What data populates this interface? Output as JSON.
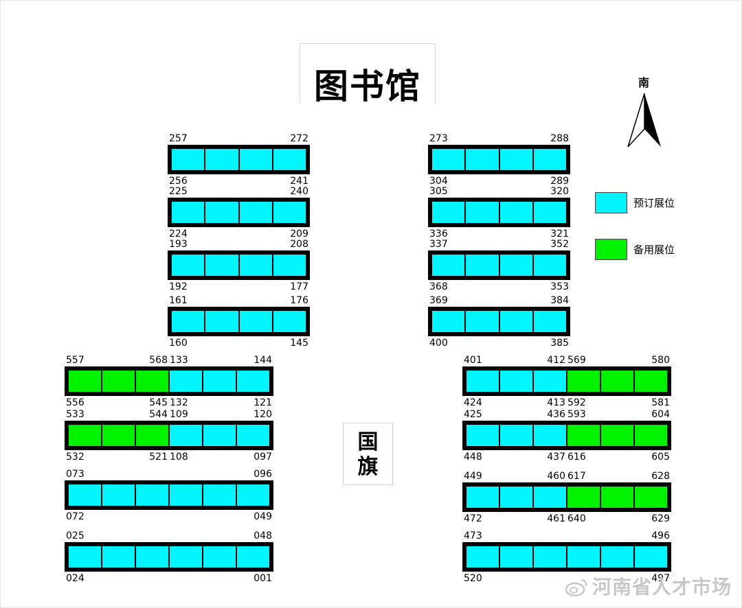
{
  "title": "图书馆",
  "flag": [
    "国",
    "旗"
  ],
  "compass": "南",
  "colors": {
    "booked": "#00f5ff",
    "reserve": "#00f000",
    "frame": "#000000"
  },
  "legend": [
    {
      "label": "预订展位",
      "type": "booked"
    },
    {
      "label": "备用展位",
      "type": "reserve"
    }
  ],
  "watermark": "河南省人才市场",
  "rows": [
    {
      "cells": [
        "booked",
        "booked",
        "booked",
        "booked"
      ],
      "labels": {
        "tl": "257",
        "tr": "272",
        "bl": "256",
        "br": "241"
      }
    },
    {
      "cells": [
        "booked",
        "booked",
        "booked",
        "booked"
      ],
      "labels": {
        "tl": "225",
        "tr": "240",
        "bl": "224",
        "br": "209"
      }
    },
    {
      "cells": [
        "booked",
        "booked",
        "booked",
        "booked"
      ],
      "labels": {
        "tl": "193",
        "tr": "208",
        "bl": "192",
        "br": "177"
      }
    },
    {
      "cells": [
        "booked",
        "booked",
        "booked",
        "booked"
      ],
      "labels": {
        "tl": "161",
        "tr": "176",
        "bl": "160",
        "br": "145"
      }
    },
    {
      "cells": [
        "booked",
        "booked",
        "booked",
        "booked"
      ],
      "labels": {
        "tl": "273",
        "tr": "288",
        "bl": "304",
        "br": "289"
      }
    },
    {
      "cells": [
        "booked",
        "booked",
        "booked",
        "booked"
      ],
      "labels": {
        "tl": "305",
        "tr": "320",
        "bl": "336",
        "br": "321"
      }
    },
    {
      "cells": [
        "booked",
        "booked",
        "booked",
        "booked"
      ],
      "labels": {
        "tl": "337",
        "tr": "352",
        "bl": "368",
        "br": "353"
      }
    },
    {
      "cells": [
        "booked",
        "booked",
        "booked",
        "booked"
      ],
      "labels": {
        "tl": "369",
        "tr": "384",
        "bl": "400",
        "br": "385"
      }
    },
    {
      "cells": [
        "reserve",
        "reserve",
        "reserve",
        "booked",
        "booked",
        "booked"
      ],
      "labels": {
        "tl": "557",
        "tm": "568",
        "tm2": "133",
        "tr": "144",
        "bl": "556",
        "bm": "545",
        "bm2": "132",
        "br": "121"
      }
    },
    {
      "cells": [
        "reserve",
        "reserve",
        "reserve",
        "booked",
        "booked",
        "booked"
      ],
      "labels": {
        "tl": "533",
        "tm": "544",
        "tm2": "109",
        "tr": "120",
        "bl": "532",
        "bm": "521",
        "bm2": "108",
        "br": "097"
      }
    },
    {
      "cells": [
        "booked",
        "booked",
        "booked",
        "booked",
        "booked",
        "booked"
      ],
      "labels": {
        "tl": "073",
        "tr": "096",
        "bl": "072",
        "br": "049"
      }
    },
    {
      "cells": [
        "booked",
        "booked",
        "booked",
        "booked",
        "booked",
        "booked"
      ],
      "labels": {
        "tl": "025",
        "tr": "048",
        "bl": "024",
        "br": "001"
      }
    },
    {
      "cells": [
        "booked",
        "booked",
        "booked",
        "reserve",
        "reserve",
        "reserve"
      ],
      "labels": {
        "tl": "401",
        "tm": "412",
        "tm2": "569",
        "tr": "580",
        "bl": "424",
        "bm": "413",
        "bm2": "592",
        "br": "581"
      }
    },
    {
      "cells": [
        "booked",
        "booked",
        "booked",
        "reserve",
        "reserve",
        "reserve"
      ],
      "labels": {
        "tl": "425",
        "tm": "436",
        "tm2": "593",
        "tr": "604",
        "bl": "448",
        "bm": "437",
        "bm2": "616",
        "br": "605"
      }
    },
    {
      "cells": [
        "booked",
        "booked",
        "booked",
        "reserve",
        "reserve",
        "reserve"
      ],
      "labels": {
        "tl": "449",
        "tm": "460",
        "tm2": "617",
        "tr": "628",
        "bl": "472",
        "bm": "461",
        "bm2": "640",
        "br": "629"
      }
    },
    {
      "cells": [
        "booked",
        "booked",
        "booked",
        "booked",
        "booked",
        "booked"
      ],
      "labels": {
        "tl": "473",
        "tr": "496",
        "bl": "520",
        "br": "497"
      }
    }
  ]
}
